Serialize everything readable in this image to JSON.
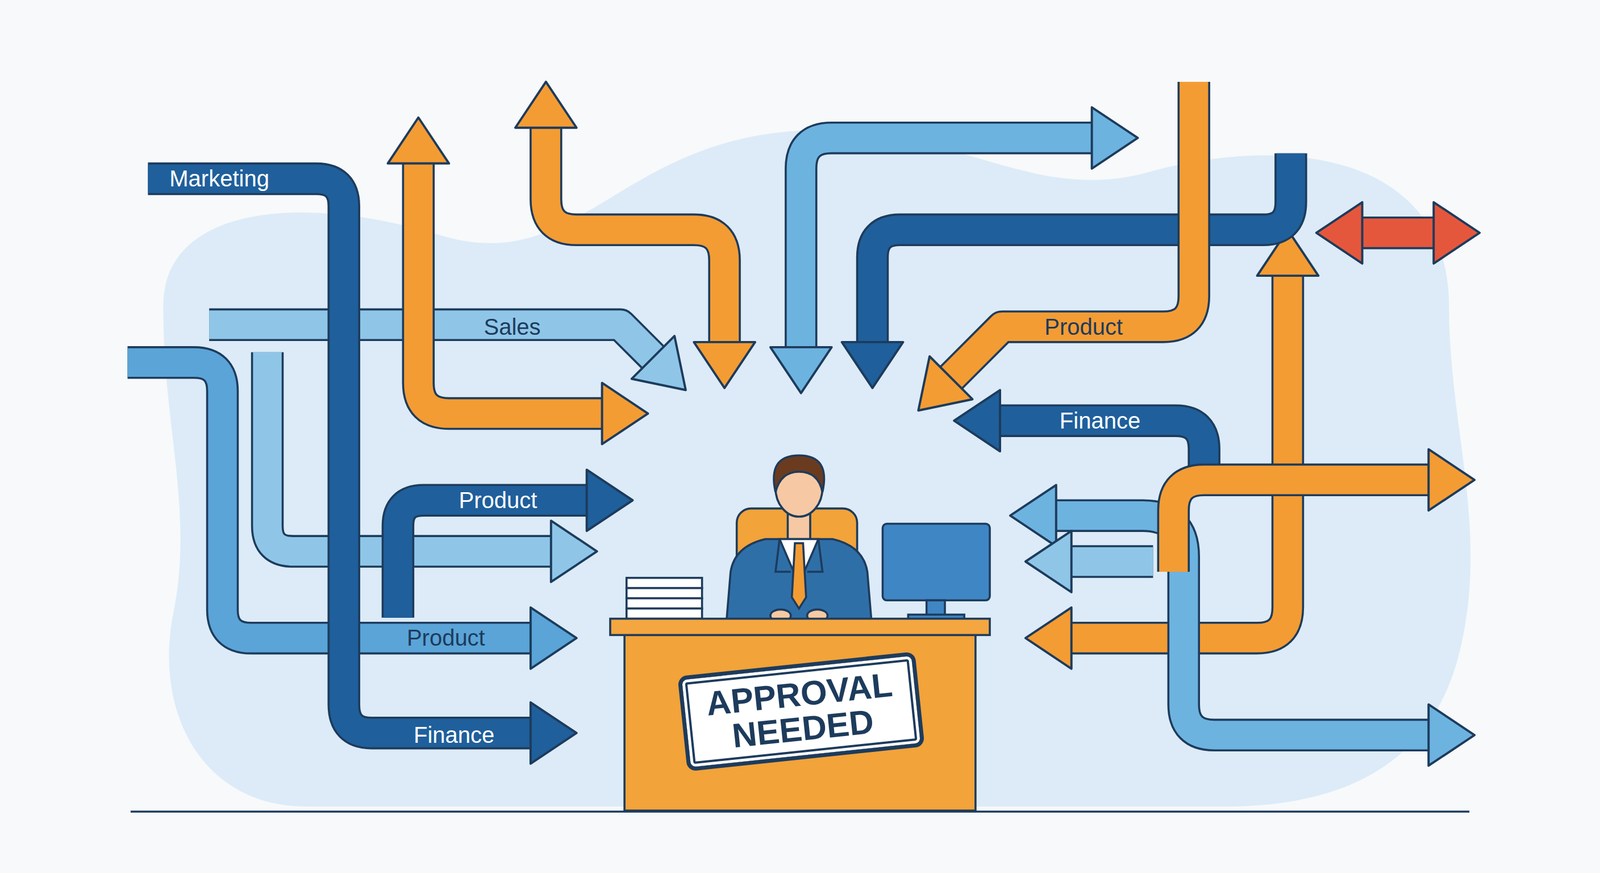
{
  "diagram": {
    "nodes": [
      {
        "text": [
          "APPROVAL NEEDED"
        ]
      }
    ],
    "labels": [
      "Marketing",
      "Sales",
      "Product",
      "Finance",
      "Product",
      "Product",
      "Finance"
    ]
  }
}
